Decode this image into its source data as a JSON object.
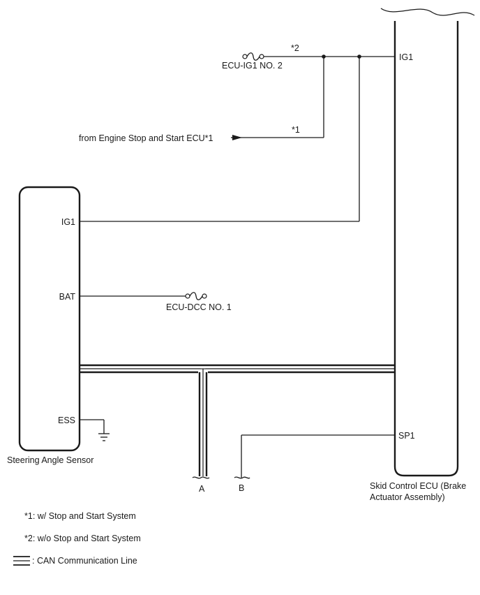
{
  "components": {
    "skid_control_ecu": {
      "name_line1": "Skid Control ECU (Brake",
      "name_line2": "Actuator Assembly)",
      "pins": {
        "ig1": "IG1",
        "sp1": "SP1"
      }
    },
    "steering_angle_sensor": {
      "name": "Steering Angle Sensor",
      "pins": {
        "ig1": "IG1",
        "bat": "BAT",
        "ess": "ESS"
      }
    }
  },
  "fuses": {
    "ecu_ig1_no2": "ECU-IG1 NO. 2",
    "ecu_dcc_no1": "ECU-DCC NO. 1"
  },
  "sources": {
    "engine_stop_start": "from Engine Stop and Start ECU*1"
  },
  "wire_notes": {
    "note_2": "*2",
    "note_1": "*1"
  },
  "connectors": {
    "a": "A",
    "b": "B"
  },
  "legend": {
    "note1": "*1: w/ Stop and Start System",
    "note2": "*2: w/o Stop and Start System",
    "can_line": ": CAN Communication Line"
  }
}
